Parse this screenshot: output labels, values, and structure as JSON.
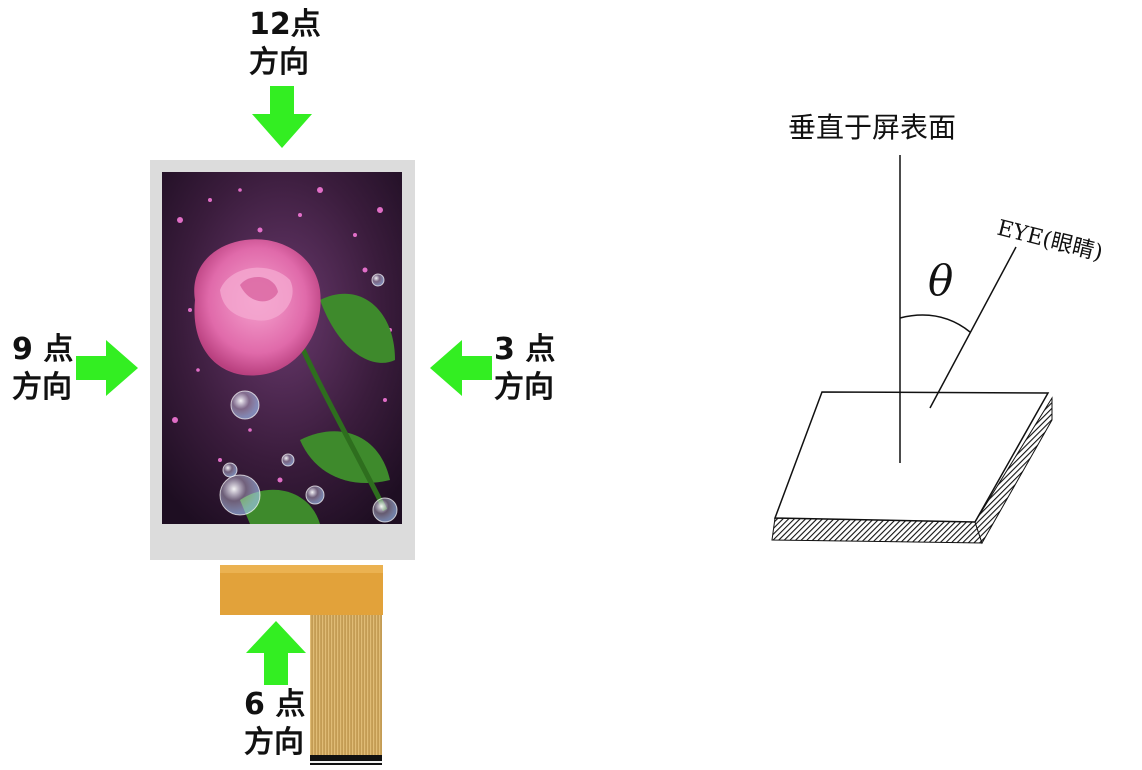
{
  "directions": {
    "top": {
      "line1": "12点",
      "line2": "方向"
    },
    "left": {
      "line1": "9 点",
      "line2": "方向"
    },
    "right": {
      "line1": "3 点",
      "line2": "方向"
    },
    "bottom": {
      "line1": "6 点",
      "line2": "方向"
    }
  },
  "viewing_diagram": {
    "normal_label": "垂直于屏表面",
    "eye_label": "EYE(眼睛)",
    "angle_symbol": "θ"
  },
  "colors": {
    "arrow": "#33ee22",
    "bezel": "#dcdcdc",
    "fpc": "#e2a23a",
    "fpc_tail": "#d4b066",
    "rose": "#e06aaa",
    "leaf": "#3e8a2c",
    "screen_bg": "#3a1c3c"
  }
}
